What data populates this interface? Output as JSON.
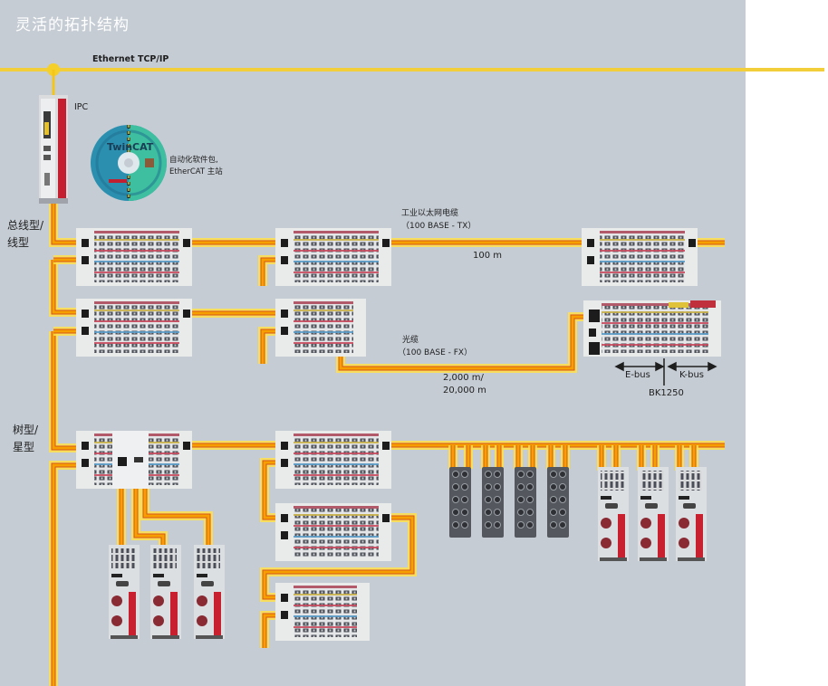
{
  "title": "灵活的拓扑结构",
  "colors": {
    "background": "#c5ccd4",
    "ethernet_line": "#f2cf3a",
    "cable_core": "#f5a000",
    "cable_glow": "#ffe14a",
    "cable_edge": "#d8531a",
    "terminal_body": "#e9eaea",
    "drive_accent": "#c8202f"
  },
  "labels": {
    "ethernet": "Ethernet TCP/IP",
    "ipc": "IPC",
    "software_line1": "自动化软件包,",
    "software_line2": "EtherCAT 主站",
    "cd_brand": "TwinCAT",
    "topology_line": [
      "总线型/",
      "线型"
    ],
    "topology_tree": [
      "树型/",
      "星型"
    ],
    "ethernet_cable_line1": "工业以太网电缆",
    "ethernet_cable_line2": "（100 BASE - TX）",
    "ethernet_cable_distance": "100 m",
    "fiber_line1": "光缆",
    "fiber_line2": "（100 BASE - FX）",
    "fiber_distance_line1": "2,000 m/",
    "fiber_distance_line2": "20,000 m",
    "ebus": "E-bus",
    "kbus": "K-bus",
    "coupler": "BK1250"
  },
  "devices": {
    "ipc": {
      "name": "IPC"
    },
    "terminal_blocks": [
      {
        "id": "row1-a"
      },
      {
        "id": "row1-b"
      },
      {
        "id": "row1-c"
      },
      {
        "id": "row2-a"
      },
      {
        "id": "row2-b-fiber"
      },
      {
        "id": "row2-c-bk1250"
      },
      {
        "id": "row3-a-junction"
      },
      {
        "id": "row3-b"
      },
      {
        "id": "row4-b"
      },
      {
        "id": "row5-b"
      }
    ],
    "io_boxes": 4,
    "servo_drives_right": 3,
    "servo_drives_bottom": 3
  }
}
